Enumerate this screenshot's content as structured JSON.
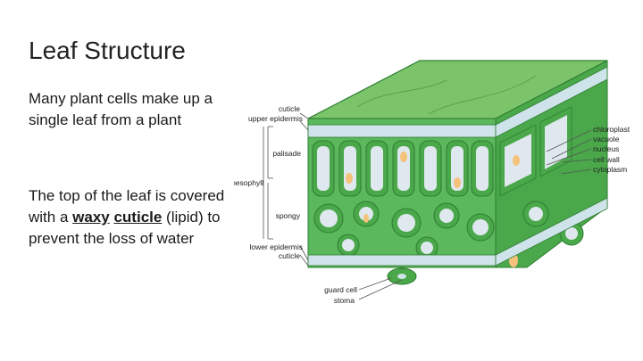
{
  "slide": {
    "title": "Leaf Structure",
    "intro": "Many plant cells make up a single leaf from a plant",
    "detail": {
      "before": "The top of the leaf is covered with a ",
      "waxy": "waxy",
      "space": " ",
      "cuticle": "cuticle",
      "after": " (lipid) to prevent the loss of water"
    }
  },
  "diagram": {
    "left_labels": {
      "cuticle_top": "cuticle",
      "upper_epidermis": "upper epidermis",
      "palisade": "palisade",
      "mesophyll": "mesophyll",
      "spongy": "spongy",
      "lower_epidermis": "lower epidermis",
      "cuticle_bottom": "cuticle",
      "guard_cell": "guard cell",
      "stoma": "stoma"
    },
    "right_labels": {
      "chloroplast": "chloroplast",
      "vacuole": "vacuole",
      "nucleus": "nucleus",
      "cell_wall": "cell wall",
      "cytoplasm": "cytoplasm"
    }
  },
  "colors": {
    "leaf_top": "#7cc46a",
    "leaf_green": "#4aa84a",
    "dark_green": "#2e7d32",
    "vacuole": "#dfe8ee",
    "nucleus": "#f4c27a"
  }
}
